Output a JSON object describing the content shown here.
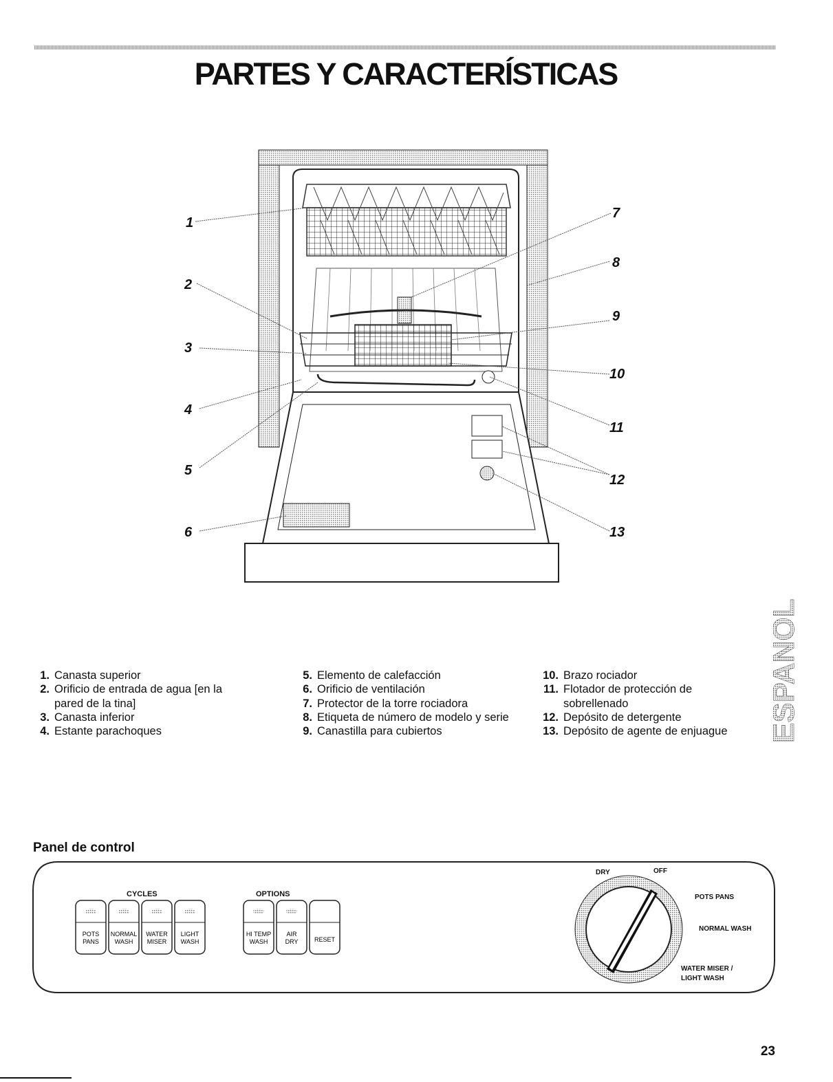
{
  "title": "PARTES Y CARACTERÍSTICAS",
  "callouts": [
    "1",
    "2",
    "3",
    "4",
    "5",
    "6",
    "7",
    "8",
    "9",
    "10",
    "11",
    "12",
    "13"
  ],
  "legend": {
    "col1": [
      {
        "num": "1.",
        "text": "Canasta superior"
      },
      {
        "num": "2.",
        "text": "Orificio de entrada de agua [en la pared de la tina]"
      },
      {
        "num": "3.",
        "text": "Canasta inferior"
      },
      {
        "num": "4.",
        "text": "Estante parachoques"
      }
    ],
    "col2": [
      {
        "num": "5.",
        "text": "Elemento de calefacción"
      },
      {
        "num": "6.",
        "text": "Orificio de ventilación"
      },
      {
        "num": "7.",
        "text": "Protector de la torre rociadora"
      },
      {
        "num": "8.",
        "text": "Etiqueta de número de modelo y serie"
      },
      {
        "num": "9.",
        "text": "Canastilla para cubiertos"
      }
    ],
    "col3": [
      {
        "num": "10.",
        "text": "Brazo rociador"
      },
      {
        "num": "11.",
        "text": "Flotador de protección de sobrellenado"
      },
      {
        "num": "12.",
        "text": "Depósito de detergente"
      },
      {
        "num": "13.",
        "text": "Depósito de agente de enjuague"
      }
    ]
  },
  "control_panel": {
    "heading": "Panel de control",
    "cycles_label": "CYCLES",
    "options_label": "OPTIONS",
    "cycle_buttons": [
      [
        "POTS",
        "PANS"
      ],
      [
        "NORMAL",
        "WASH"
      ],
      [
        "WATER",
        "MISER"
      ],
      [
        "LIGHT",
        "WASH"
      ]
    ],
    "option_buttons": [
      [
        "HI TEMP",
        "WASH"
      ],
      [
        "AIR",
        "DRY"
      ],
      [
        "RESET",
        ""
      ]
    ],
    "dial": {
      "dry": "DRY",
      "off": "OFF",
      "pots_pans": "POTS PANS",
      "normal_wash": "NORMAL WASH",
      "water_miser": "WATER MISER /",
      "light_wash": "LIGHT WASH"
    }
  },
  "side_tab": "ESPAÑOL",
  "page_number": "23"
}
